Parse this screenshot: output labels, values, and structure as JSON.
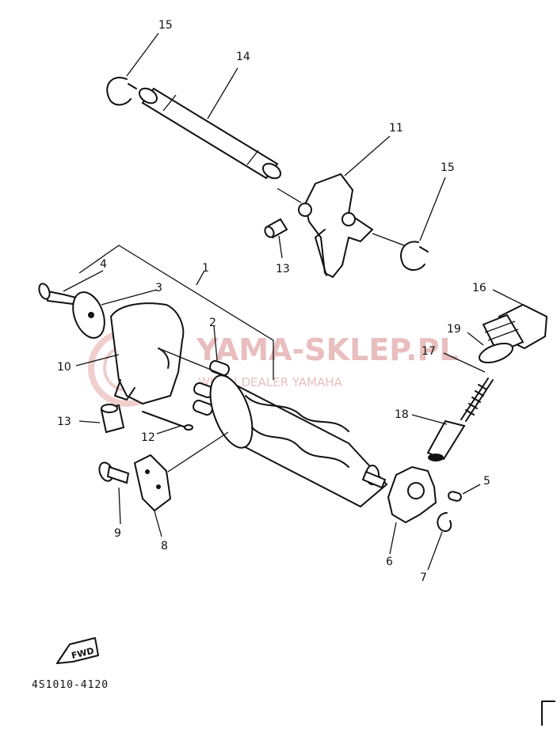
{
  "diagram": {
    "callouts": [
      "1",
      "2",
      "3",
      "4",
      "5",
      "6",
      "7",
      "8",
      "9",
      "10",
      "11",
      "12",
      "13",
      "13",
      "14",
      "15",
      "15",
      "16",
      "17",
      "18",
      "19"
    ],
    "fwd_label": "FWD",
    "code": "4S1010-4120"
  },
  "watermark": {
    "main": "YAMA-SKLEP.PL",
    "sub": "WICZ | DEALER YAMAHA"
  }
}
